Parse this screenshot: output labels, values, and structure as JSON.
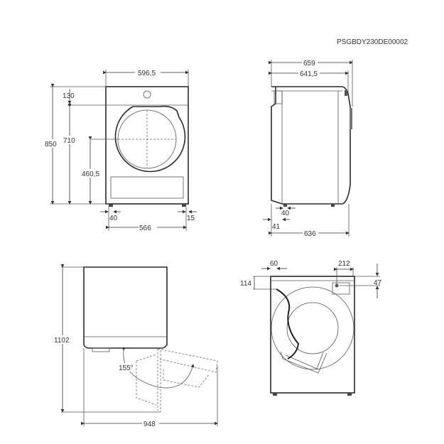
{
  "drawing_code": "PSGBDY230DE00002",
  "views": {
    "front": {
      "width_top": "596,5",
      "height_total": "850",
      "height_top_panel": "130",
      "height_below_panel": "710",
      "door_center_height": "460,5",
      "foot_offset_left": "40",
      "foot_offset_right": "15",
      "feet_span": "566"
    },
    "side": {
      "depth_total": "659",
      "depth_body": "641,5",
      "foot_offset": "40",
      "back_offset": "41",
      "depth_base": "636"
    },
    "top": {
      "height_door_open": "1102",
      "door_angle": "155°",
      "width_door_open": "948"
    },
    "rear": {
      "hose_offset": "60",
      "hose_height": "114",
      "outlet_offset": "212",
      "outlet_height": "47"
    }
  }
}
